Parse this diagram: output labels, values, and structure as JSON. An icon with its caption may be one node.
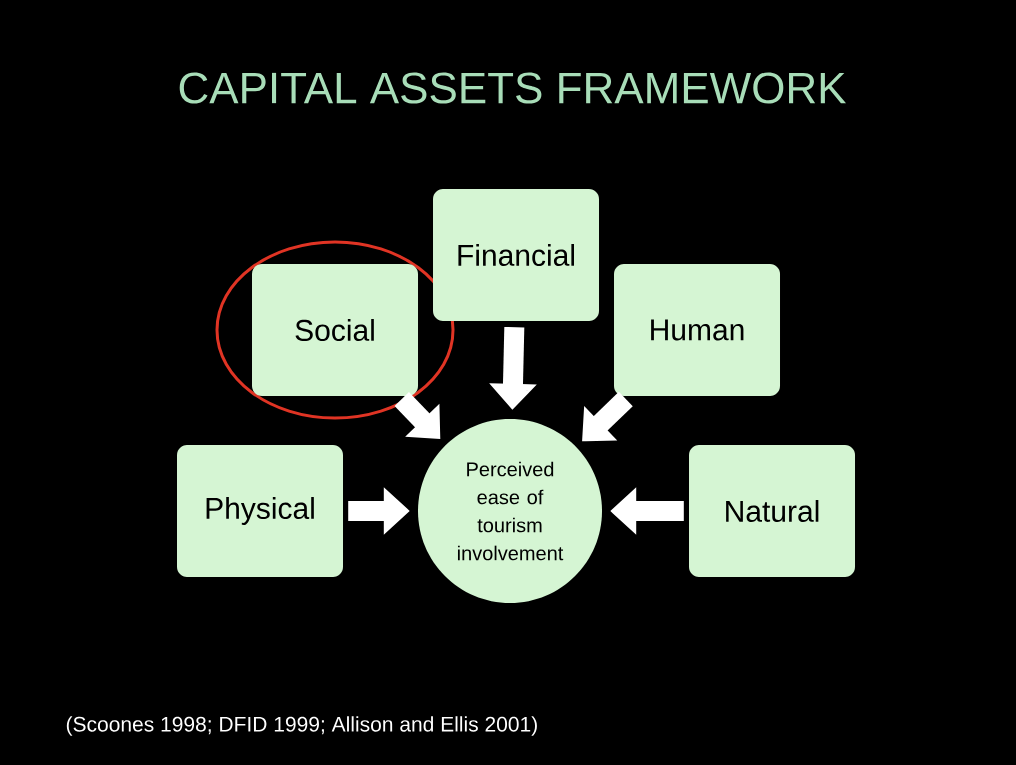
{
  "diagram": {
    "title": "CAPITAL ASSETS FRAMEWORK",
    "nodes": [
      {
        "text": [
          "Financial"
        ]
      },
      {
        "text": [
          "Social"
        ]
      },
      {
        "text": [
          "Human"
        ]
      },
      {
        "text": [
          "Physical"
        ]
      },
      {
        "text": [
          "Perceived ease of tourism involvement"
        ]
      },
      {
        "text": [
          "Natural"
        ]
      }
    ],
    "edges": [
      {
        "from": 0,
        "to": 4,
        "arrow": "to"
      },
      {
        "from": 1,
        "to": 4,
        "arrow": "to"
      },
      {
        "from": 2,
        "to": 4,
        "arrow": "to"
      },
      {
        "from": 3,
        "to": 4,
        "arrow": "to"
      },
      {
        "from": 5,
        "to": 4,
        "arrow": "to"
      }
    ],
    "labels": [
      "(Scoones 1998; DFID 1999; Allison and Ellis 2001)"
    ]
  }
}
